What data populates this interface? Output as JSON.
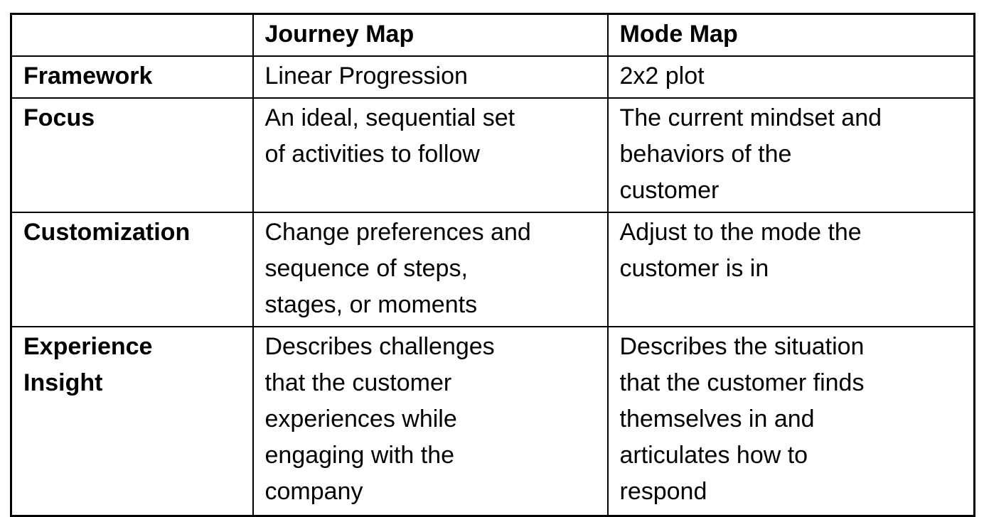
{
  "table": {
    "columns": [
      "",
      "Journey Map",
      "Mode Map"
    ],
    "rows": [
      {
        "label": "Framework",
        "journey_map": "Linear Progression",
        "mode_map": "2x2 plot"
      },
      {
        "label": "Focus",
        "journey_map": "An ideal, sequential set\nof activities to follow",
        "mode_map": "The current mindset and\nbehaviors of the\ncustomer"
      },
      {
        "label": "Customization",
        "journey_map": "Change preferences and\nsequence of steps,\nstages, or moments",
        "mode_map": "Adjust to the mode the\ncustomer is in"
      },
      {
        "label": "Experience\nInsight",
        "journey_map": "Describes challenges\nthat the customer\nexperiences while\nengaging with the\ncompany",
        "mode_map": "Describes the situation\nthat the customer finds\nthemselves in and\narticulates how to\nrespond"
      }
    ],
    "colors": {
      "border": "#000000",
      "text": "#000000",
      "background": "#ffffff"
    }
  }
}
